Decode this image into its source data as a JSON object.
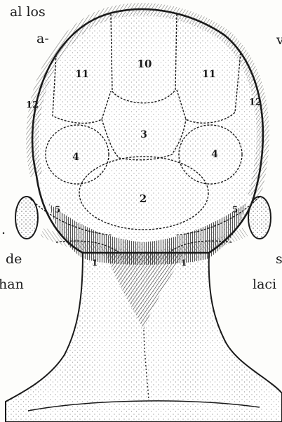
{
  "text_fragments": {
    "top_left_line1": "al los",
    "top_left_line2": "a-",
    "top_right_mark": "v",
    "left_dot": ".",
    "left_de": "de",
    "left_han": "han",
    "right_s": "s",
    "right_laci": "laci"
  },
  "region_labels": {
    "r10": "10",
    "r11_left": "11",
    "r11_right": "11",
    "r12_left": "12",
    "r12_right": "12",
    "r3": "3",
    "r4_left": "4",
    "r4_right": "4",
    "r2": "2",
    "r5_left": "5",
    "r5_right": "5",
    "r1_left": "1",
    "r1_right": "1"
  }
}
